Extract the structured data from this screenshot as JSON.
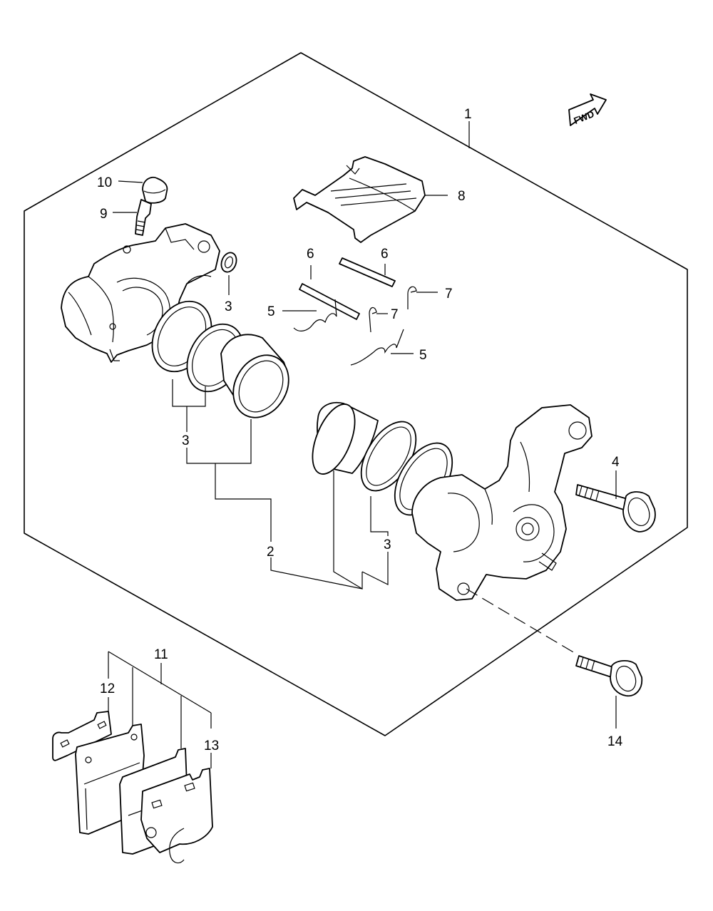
{
  "labels": {
    "1": "1",
    "2": "2",
    "3a": "3",
    "3b": "3",
    "3c": "3",
    "4": "4",
    "5a": "5",
    "5b": "5",
    "6a": "6",
    "6b": "6",
    "7a": "7",
    "7b": "7",
    "8": "8",
    "9": "9",
    "10": "10",
    "11": "11",
    "12": "12",
    "13": "13",
    "14": "14"
  },
  "fwd": "FWD"
}
